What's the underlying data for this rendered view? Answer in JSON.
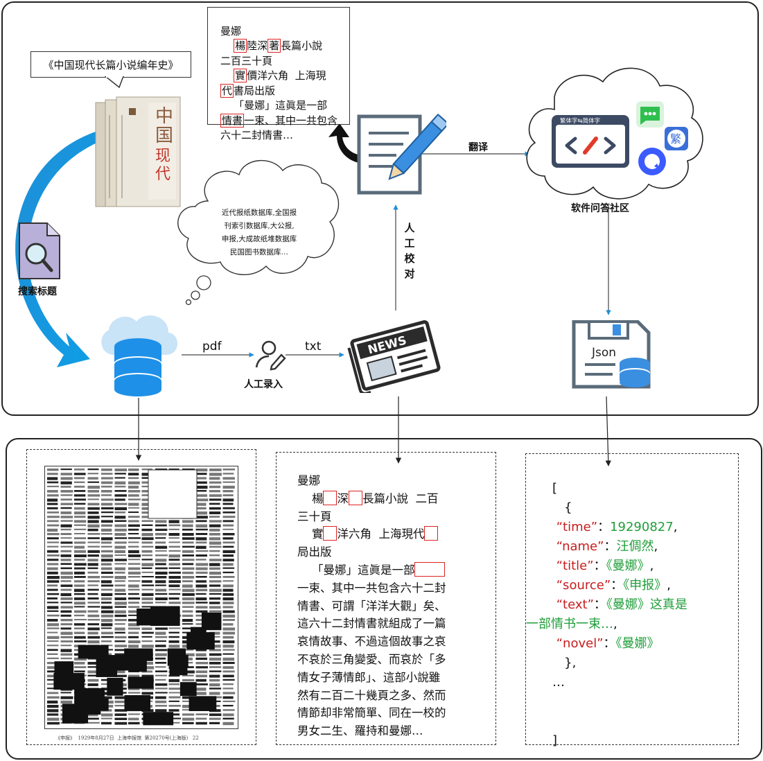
{
  "book_title": "《中国现代长篇小说编年史》",
  "search_label": "搜索标题",
  "db_cloud_text": "近代报纸数据库,全国报\n刊索引数据库,大公报,\n申报,大成故纸堆数据库\n民国图书数据库…",
  "pdf_label": "pdf",
  "txt_label": "txt",
  "manual_entry_label": "人工录入",
  "proofread_label": "人工校对",
  "translate_label": "翻译",
  "community_label": "软件问答社区",
  "converter_label": "繁体字⇆简体字",
  "news_label": "NEWS",
  "json_icon_label": "Json",
  "app_icon_char": "繁",
  "snippet": {
    "l1": "曼娜",
    "l2a": "楊",
    "l2b": "陸",
    "l2c": "深",
    "l2d": "著",
    "l2e": "長篇小說",
    "l3": "二百三十頁",
    "l4a": "實",
    "l4b": "價洋六角  上海現",
    "l5a": "代",
    "l5b": "書局出版",
    "l6": "「曼娜」這眞是一部",
    "l7a": "情書",
    "l7b": "一束、其中一共包含",
    "l8": "六十二封情書…"
  },
  "newspaper_caption": "《申报》  1929年8月27日  上海申报馆  第20270号(上海版)   22",
  "ocr_text": {
    "l1": "曼娜",
    "l2a": "楊",
    "l2b": "深",
    "l2c": "長篇小說  二百",
    "l3": "三十頁",
    "l4a": "實",
    "l4b": "洋六角  上海現代",
    "l5": "局出版",
    "l6": "「曼娜」這眞是一部",
    "l7": "一束、其中一共包含六十二封",
    "l8": "情書、可謂「洋洋大觀」矣、",
    "l9": "這六十二封情書就組成了一篇",
    "l10": "哀情故事、不過這個故事之哀",
    "l11": "不哀於三角變愛、而哀於「多",
    "l12": "情女子薄情郎」、這部小說雖",
    "l13": "然有二百二十幾頁之多、然而",
    "l14": "情節却非常簡單、同在一校的",
    "l15": "男女二生、羅持和曼娜…"
  },
  "json_sample": {
    "open": "[",
    "brace_open": "{",
    "time_key": "“time”",
    "time_val": "19290827",
    "name_key": "“name”",
    "name_val": "汪倜然",
    "title_key": "“title”",
    "title_val": "《曼娜》",
    "source_key": "“source”",
    "source_val": "《申报》",
    "text_key": "“text”",
    "text_val1": "《曼娜》这真是",
    "text_val2": "一部情书一束…",
    "novel_key": "“novel”",
    "novel_val": "《曼娜》",
    "brace_close": "},",
    "ellipsis": "…",
    "close": "]"
  },
  "colors": {
    "arrow_blue": "#1f8fd6",
    "db_blue": "#1e90e8",
    "red": "#d22222",
    "green": "#1f9e3a"
  }
}
